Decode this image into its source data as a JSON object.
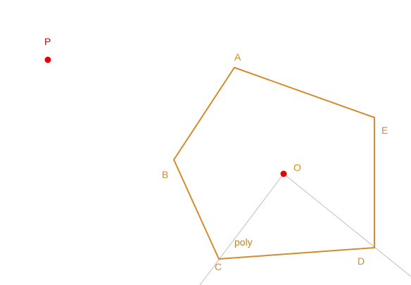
{
  "colors": {
    "polygon_stroke": "#D38B2F",
    "point_fill": "#E30000",
    "guide_line": "#C0C0C0",
    "label_polygon": "#D38B2F",
    "label_point": "#CC0000",
    "label_poly_text": "#B8862B",
    "background": "#FFFFFF"
  },
  "labels": {
    "P": "P",
    "A": "A",
    "B": "B",
    "C": "C",
    "D": "D",
    "E": "E",
    "O": "O",
    "poly": "poly"
  }
}
